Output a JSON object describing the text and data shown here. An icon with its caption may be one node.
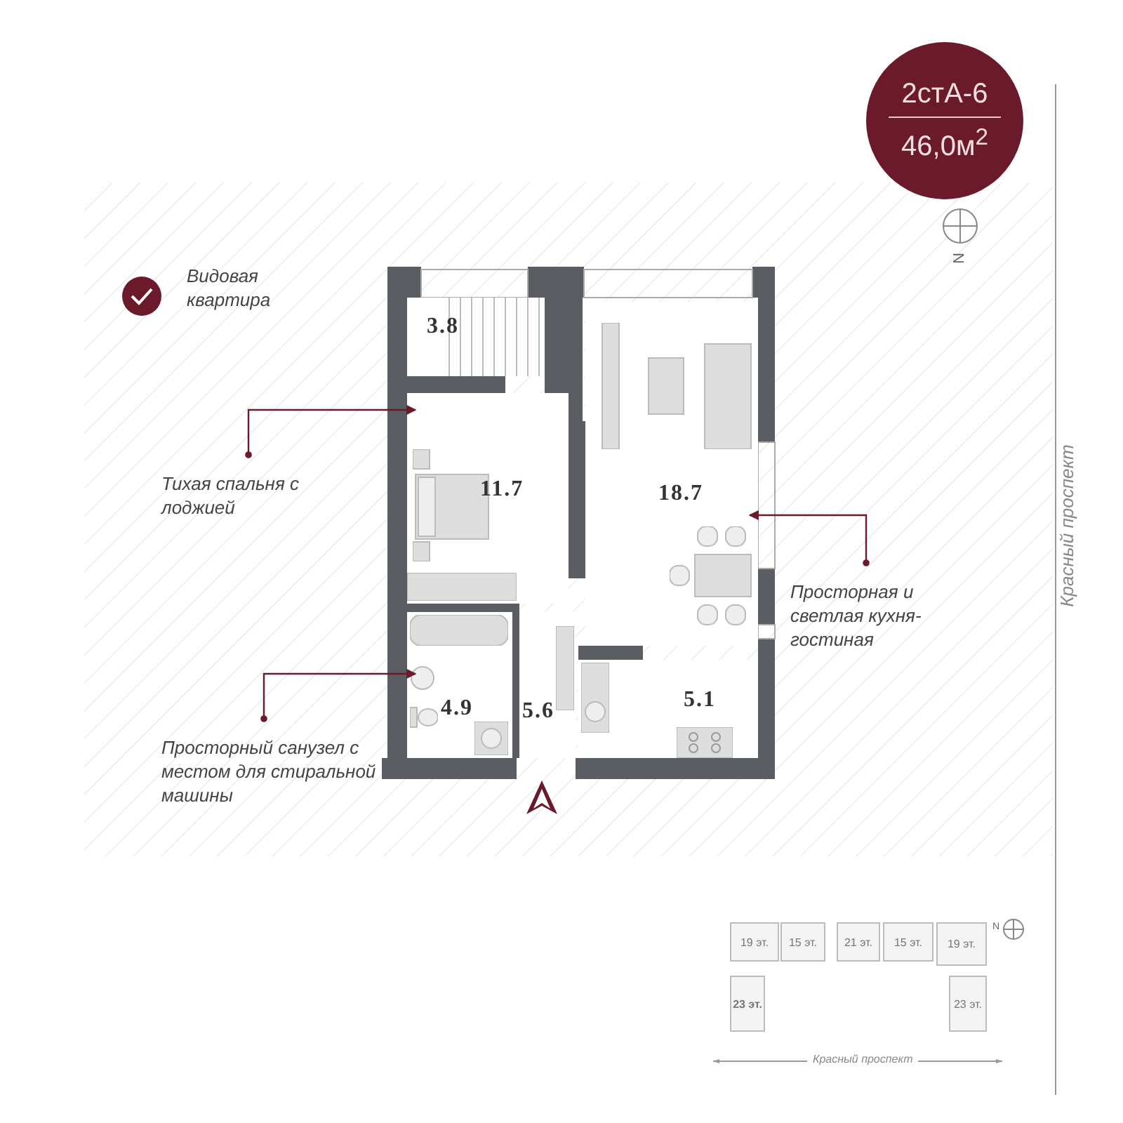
{
  "diagram": {
    "nodes": [
      {
        "text": [
          "2стА-6",
          "46,0м$^{2}$"
        ]
      },
      {
        "text": [
          "Видовая квартира"
        ]
      },
      {
        "text": [
          "3.8"
        ]
      },
      {
        "text": [
          "11.7"
        ]
      },
      {
        "text": [
          "18.7"
        ]
      },
      {
        "text": [
          "4.9"
        ]
      },
      {
        "text": [
          "5.6"
        ]
      },
      {
        "text": [
          "5.1"
        ]
      },
      {
        "text": [
          "Тихая спальня с лоджией"
        ]
      },
      {
        "text": [
          "Просторная и светлая кухня-гостиная"
        ]
      },
      {
        "text": [
          "Просторный санузел с местом для стиральной машины"
        ]
      },
      {
        "text": [
          "19 эт."
        ]
      },
      {
        "text": [
          "15 эт."
        ]
      },
      {
        "text": [
          "21 эт."
        ]
      },
      {
        "text": [
          "15 эт."
        ]
      },
      {
        "text": [
          "19 эт."
        ]
      },
      {
        "text": [
          "23 эт."
        ]
      },
      {
        "text": [
          "23 эт."
        ]
      }
    ],
    "edges": [
      {
        "from": 8,
        "to": 3,
        "arrow": "to"
      },
      {
        "from": 9,
        "to": 4,
        "arrow": "to"
      },
      {
        "from": 10,
        "to": 5,
        "arrow": "to"
      }
    ],
    "labels": [
      "N",
      "Красный проспект",
      "N",
      "Красный проспект"
    ]
  }
}
